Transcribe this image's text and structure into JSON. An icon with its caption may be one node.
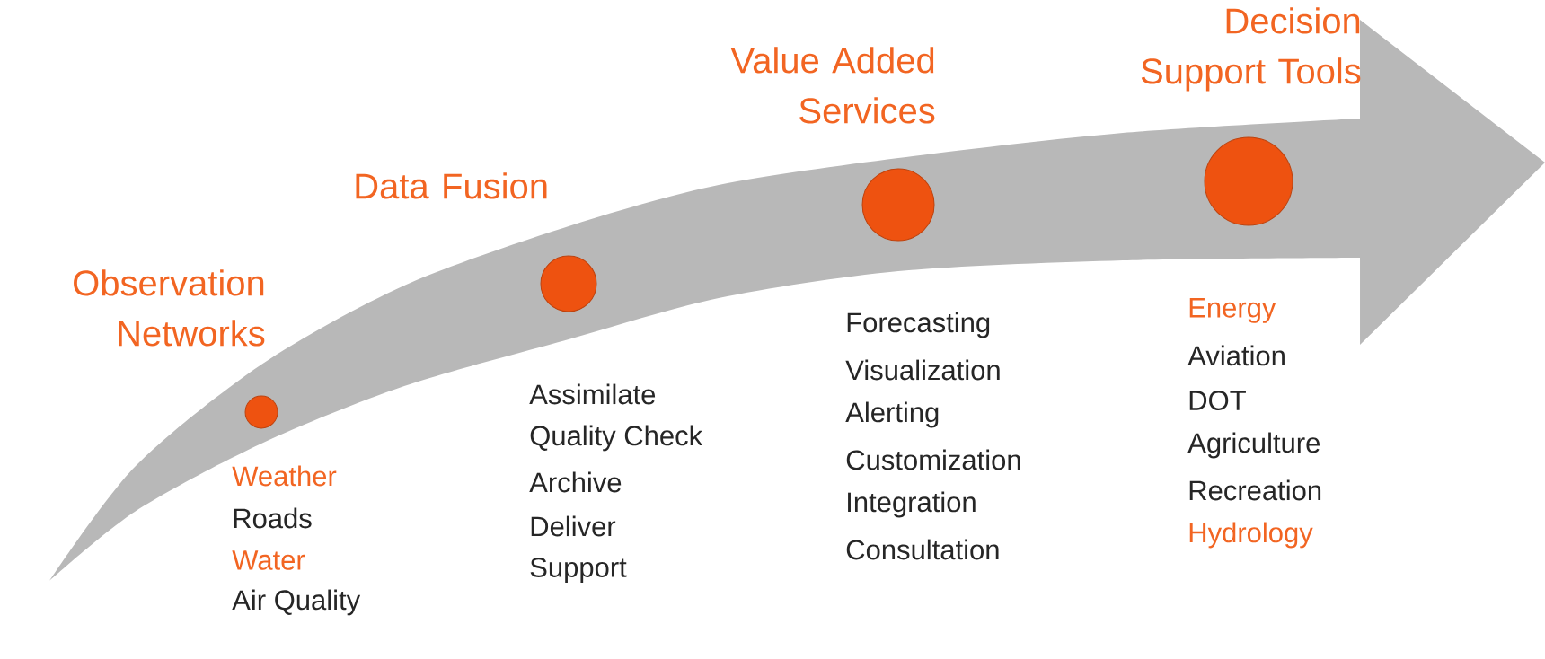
{
  "diagram": {
    "nodes": [
      {
        "text": [],
        "shape": "circle",
        "beside": [
          "Observation Networks",
          "Weather",
          "Roads",
          "Water",
          "Air Quality"
        ]
      },
      {
        "text": [],
        "shape": "circle",
        "beside": [
          "Data Fusion",
          "Assimilate",
          "Quality Check",
          "Archive",
          "Deliver",
          "Support"
        ]
      },
      {
        "text": [],
        "shape": "circle",
        "beside": [
          "Value Added Services",
          "Forecasting",
          "Visualization",
          "Alerting",
          "Customization",
          "Integration",
          "Consultation"
        ]
      },
      {
        "text": [],
        "shape": "circle",
        "beside": [
          "Decision Support Tools",
          "Energy",
          "Aviation",
          "DOT",
          "Agriculture",
          "Recreation",
          "Hydrology"
        ]
      }
    ]
  }
}
